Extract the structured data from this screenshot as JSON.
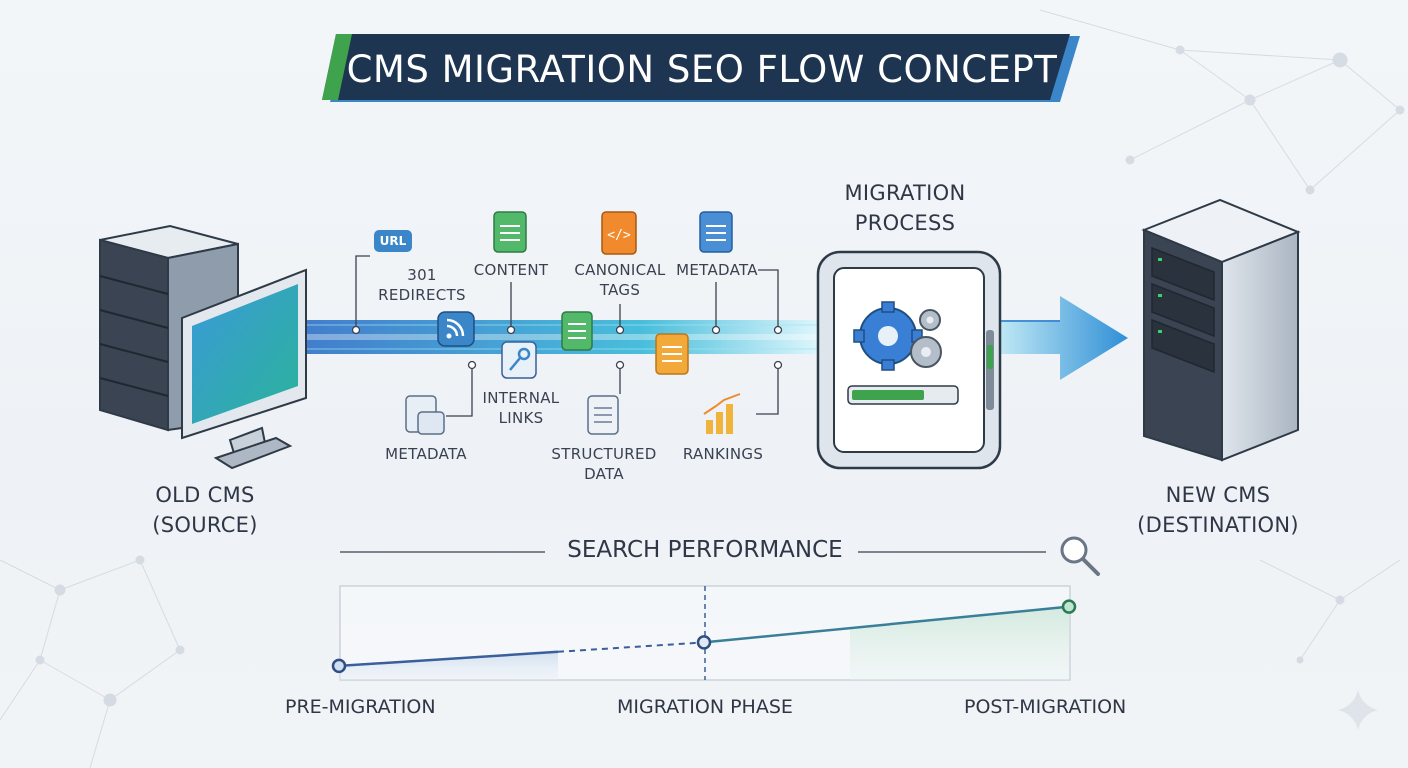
{
  "title": "CMS MIGRATION SEO FLOW CONCEPT",
  "source": {
    "line1": "OLD CMS",
    "line2": "(SOURCE)"
  },
  "destination": {
    "line1": "NEW CMS",
    "line2": "(DESTINATION)"
  },
  "process": {
    "line1": "MIGRATION",
    "line2": "PROCESS"
  },
  "url_badge": "URL",
  "flow_items": {
    "redirects": {
      "line1": "301",
      "line2": "REDIRECTS"
    },
    "content": {
      "line1": "CONTENT"
    },
    "canonical": {
      "line1": "CANONICAL",
      "line2": "TAGS"
    },
    "metadata_top": {
      "line1": "METADATA"
    },
    "internal_links": {
      "line1": "INTERNAL",
      "line2": "LINKS"
    },
    "metadata_bottom": {
      "line1": "METADATA"
    },
    "structured_data": {
      "line1": "STRUCTURED",
      "line2": "DATA"
    },
    "rankings": {
      "line1": "RANKINGS"
    }
  },
  "performance": {
    "title": "SEARCH PERFORMANCE",
    "phases": [
      "PRE-MIGRATION",
      "MIGRATION PHASE",
      "POST-MIGRATION"
    ],
    "points": [
      {
        "phase": "PRE-MIGRATION",
        "level": 0.15
      },
      {
        "phase": "MIGRATION PHASE",
        "level": 0.4
      },
      {
        "phase": "POST-MIGRATION",
        "level": 0.78
      }
    ]
  },
  "colors": {
    "banner_dark": "#1d3550",
    "banner_accent": "#3fa34d",
    "banner_accent2": "#3a86c8",
    "flow_blue": "#2f7fd1",
    "flow_teal": "#36c9c6",
    "line_blue": "#3a5f9a",
    "line_green": "#3a9a6a",
    "server_dark": "#3a4452"
  },
  "icons": [
    "server-rack-icon",
    "monitor-icon",
    "gear-icon",
    "search-icon",
    "document-icon",
    "code-tag-icon",
    "link-key-icon",
    "rss-icon",
    "bar-chart-icon",
    "sparkle-icon"
  ]
}
